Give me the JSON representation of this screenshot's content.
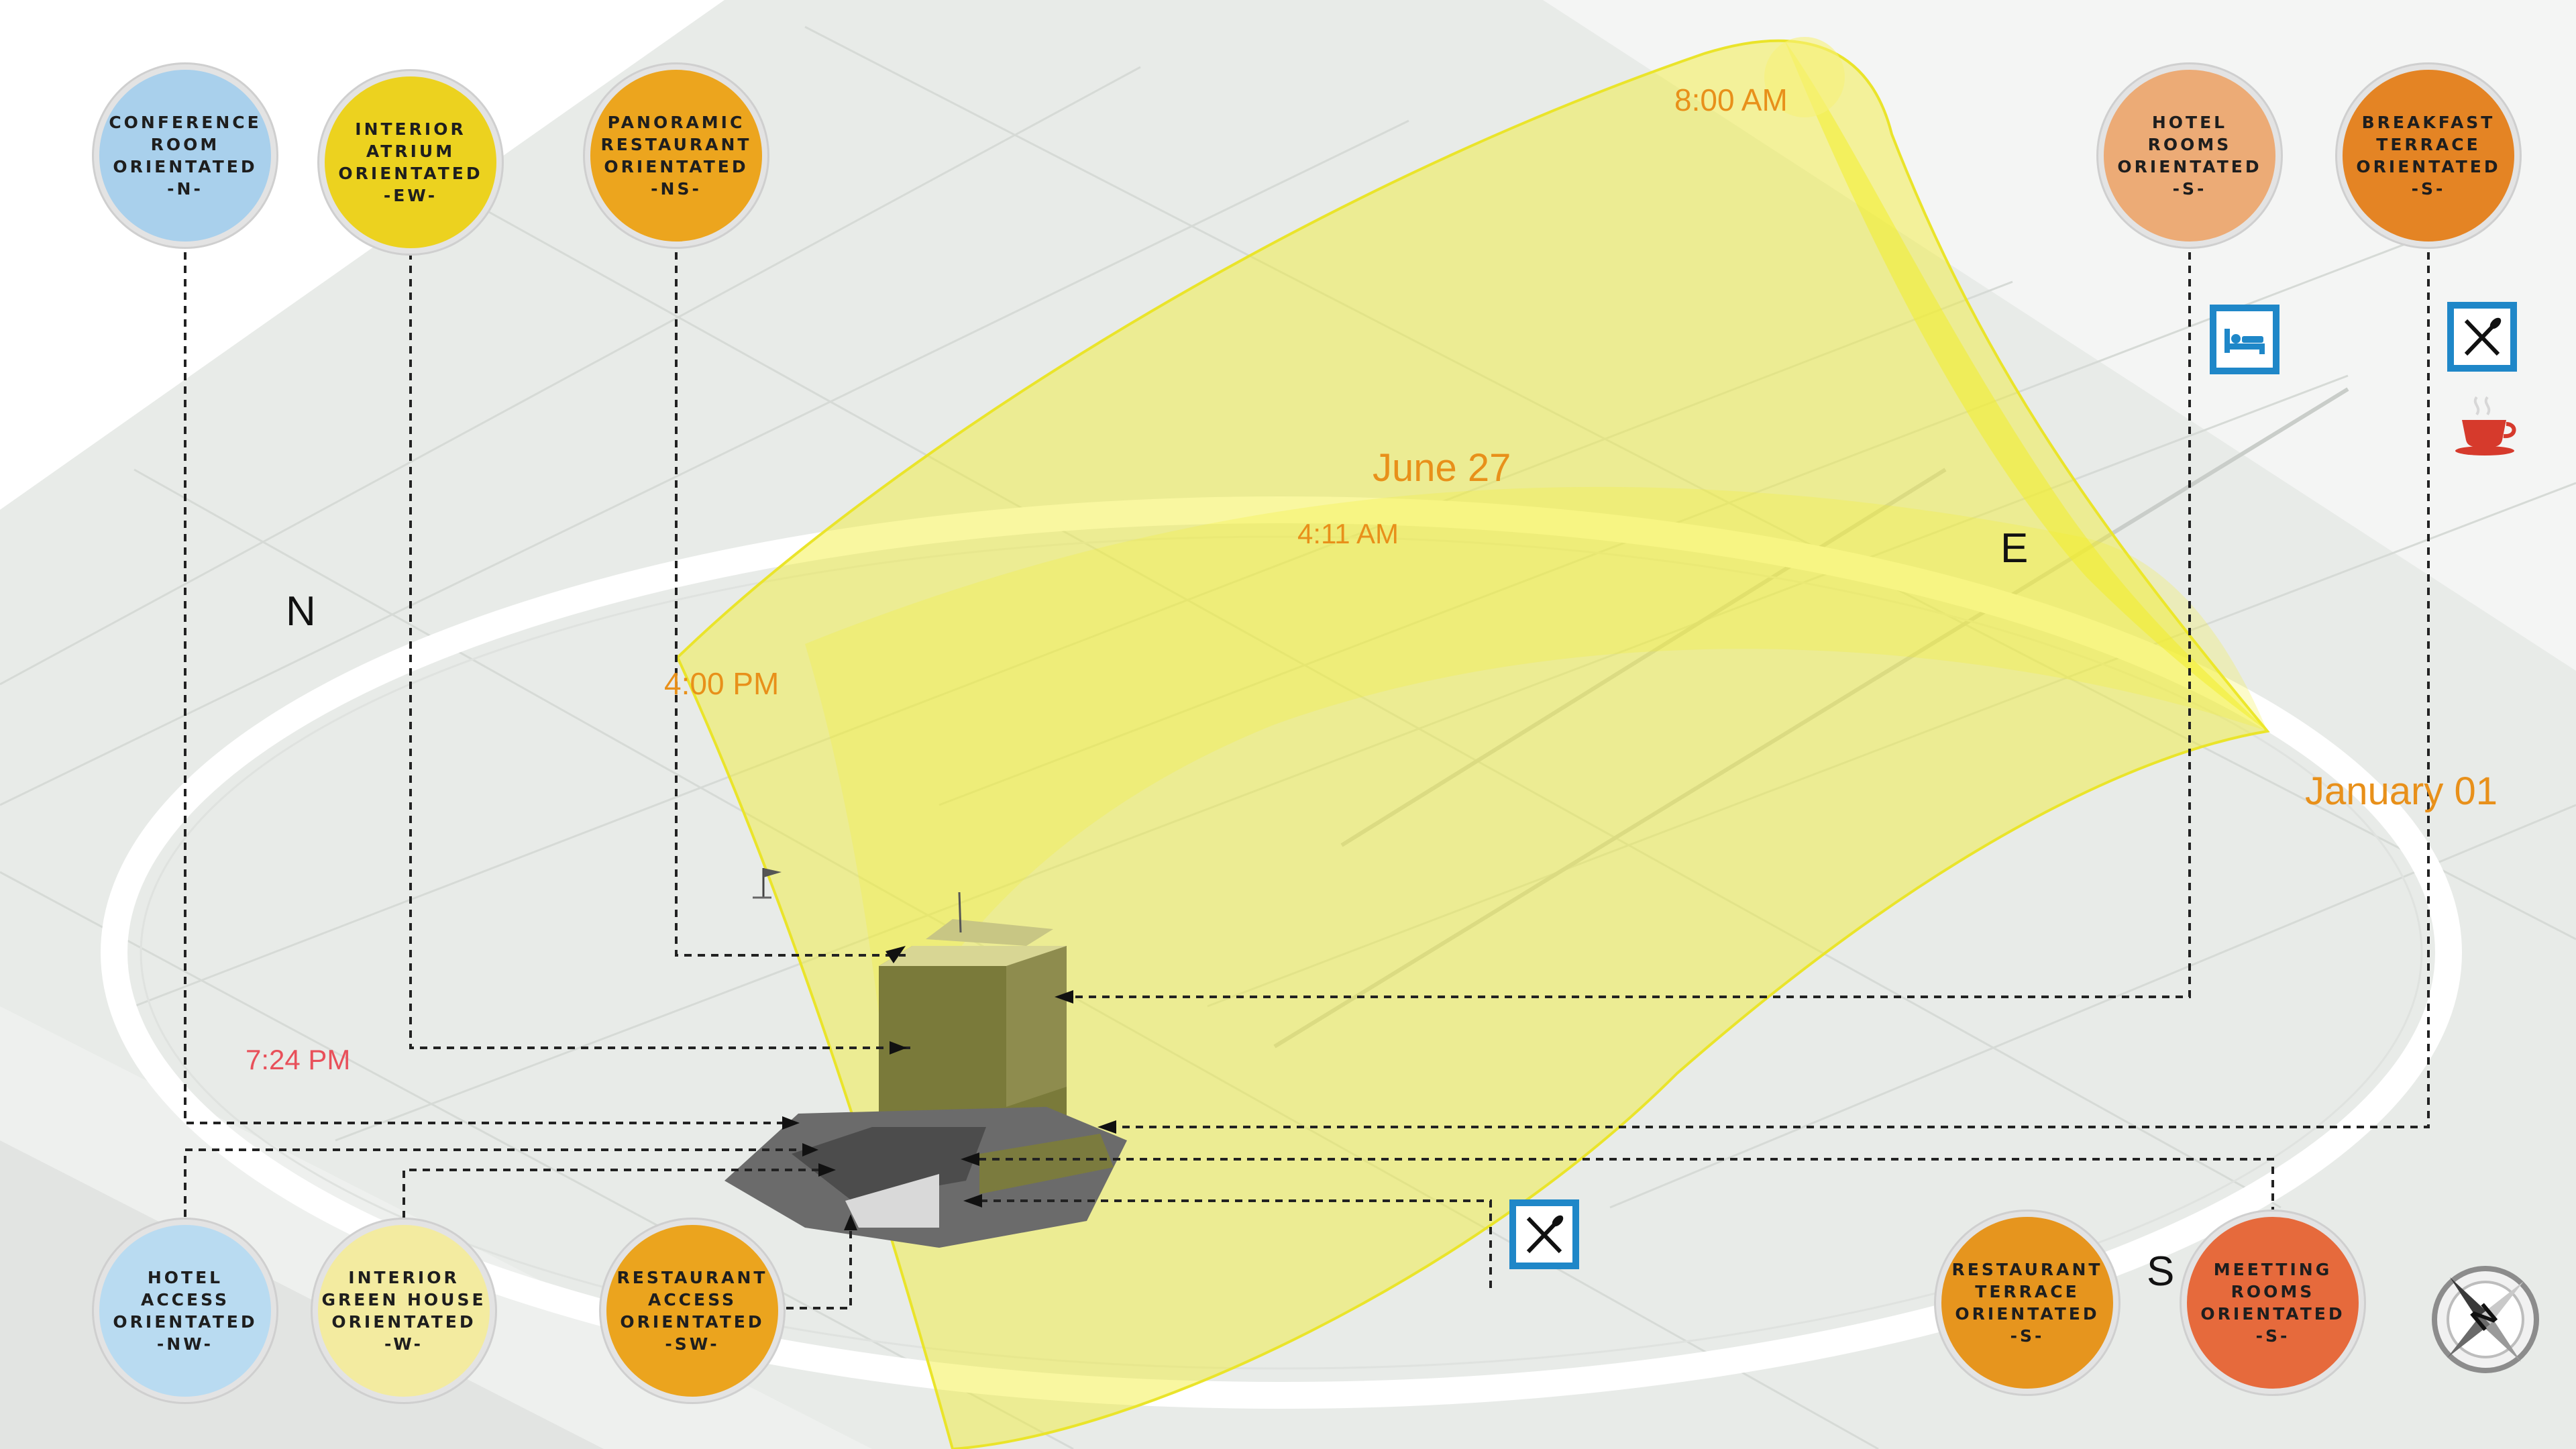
{
  "orientation_labels": {
    "conference": "CONFERENCE\nROOM\nORIENTATED\n-N-",
    "atrium": "INTERIOR\nATRIUM\nORIENTATED\n-EW-",
    "panoramic": "PANORAMIC\nRESTAURANT\nORIENTATED\n-NS-",
    "hotel_rooms": "HOTEL\nROOMS\nORIENTATED\n-S-",
    "breakfast": "BREAKFAST\nTERRACE\nORIENTATED\n-S-",
    "hotel_access": "HOTEL\nACCESS\nORIENTATED\n-NW-",
    "green_house": "INTERIOR\nGREEN HOUSE\nORIENTATED\n-W-",
    "restaurant_access": "RESTAURANT\nACCESS\nORIENTATED\n-SW-",
    "restaurant_terrace": "RESTAURANT\nTERRACE\nORIENTATED\n-S-",
    "meeting": "MEETTING\nROOMS\nORIENTATED\n-S-"
  },
  "circle_colors": {
    "conference": "#a9d0ec",
    "atrium": "#ecd21f",
    "panoramic": "#eca51e",
    "hotel_rooms": "#ecab76",
    "breakfast": "#e48424",
    "hotel_access": "#b9dbf1",
    "green_house": "#f3eba0",
    "restaurant_access": "#eba41e",
    "restaurant_terrace": "#e6951e",
    "meeting": "#e66a3c"
  },
  "sun_path": {
    "time_8am": "8:00 AM",
    "summer_date": "June 27",
    "time_411am": "4:11 AM",
    "time_4pm": "4:00 PM",
    "winter_date": "January 01",
    "time_724pm": "7:24 PM",
    "color": "#f2ee2c"
  },
  "compass": {
    "north": "N",
    "east": "E",
    "south": "S",
    "rose_letter": "N"
  },
  "icons": {
    "bed": "bed-icon",
    "restaurant": "restaurant-icon",
    "coffee": "coffee-cup-icon",
    "compass_rose": "compass-rose-icon"
  }
}
